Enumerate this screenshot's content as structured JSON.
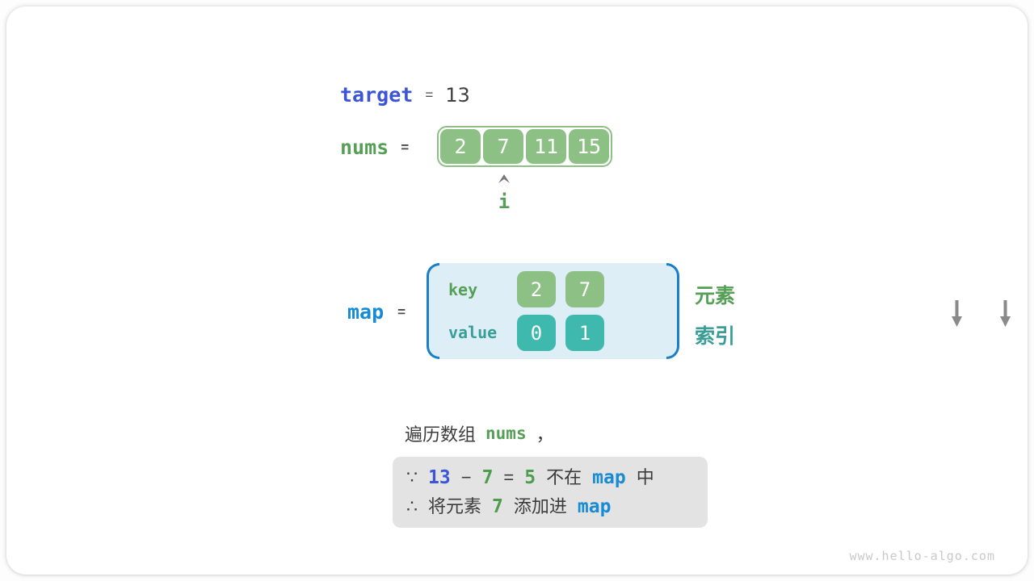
{
  "colors": {
    "array_green": "#8cc084",
    "value_teal": "#3fb8ae",
    "royal_blue": "#3b54d8",
    "azure_blue": "#178bd5",
    "green_text": "#569f56",
    "teal_text": "#3a9e97",
    "map_bg": "#ddeef7",
    "bracket_blue": "#1a7ec8",
    "note_bg": "#e3e3e3",
    "dark_text": "#3c3c3c",
    "arrow_gray": "#8a8a8a"
  },
  "target_row": {
    "label": "target",
    "equals": "=",
    "value": "13"
  },
  "nums_row": {
    "label": "nums",
    "equals": "=",
    "cells": [
      "2",
      "7",
      "11",
      "15"
    ],
    "pointer": "i",
    "pointer_index": 1
  },
  "map_row": {
    "label": "map",
    "equals": "=",
    "key_label": "key",
    "value_label": "value",
    "keys": [
      "2",
      "7"
    ],
    "values": [
      "0",
      "1"
    ],
    "element_label": "元素",
    "index_label": "索引"
  },
  "caption": {
    "prefix": "遍历数组",
    "code": "nums",
    "comma": "，"
  },
  "note_box": {
    "line1": [
      {
        "t": "∵",
        "c": "dark"
      },
      {
        "t": "13",
        "c": "blue",
        "mono": true
      },
      {
        "t": "−",
        "c": "dark"
      },
      {
        "t": "7",
        "c": "green",
        "mono": true
      },
      {
        "t": "=",
        "c": "dark"
      },
      {
        "t": "5",
        "c": "green",
        "mono": true
      },
      {
        "t": "不在",
        "c": "dark"
      },
      {
        "t": "map",
        "c": "azure",
        "mono": true
      },
      {
        "t": "中",
        "c": "dark"
      }
    ],
    "line2": [
      {
        "t": "∴",
        "c": "dark"
      },
      {
        "t": "将元素",
        "c": "dark"
      },
      {
        "t": "7",
        "c": "green",
        "mono": true
      },
      {
        "t": "添加进",
        "c": "dark"
      },
      {
        "t": "map",
        "c": "azure",
        "mono": true
      }
    ]
  },
  "watermark": "www.hello-algo.com"
}
